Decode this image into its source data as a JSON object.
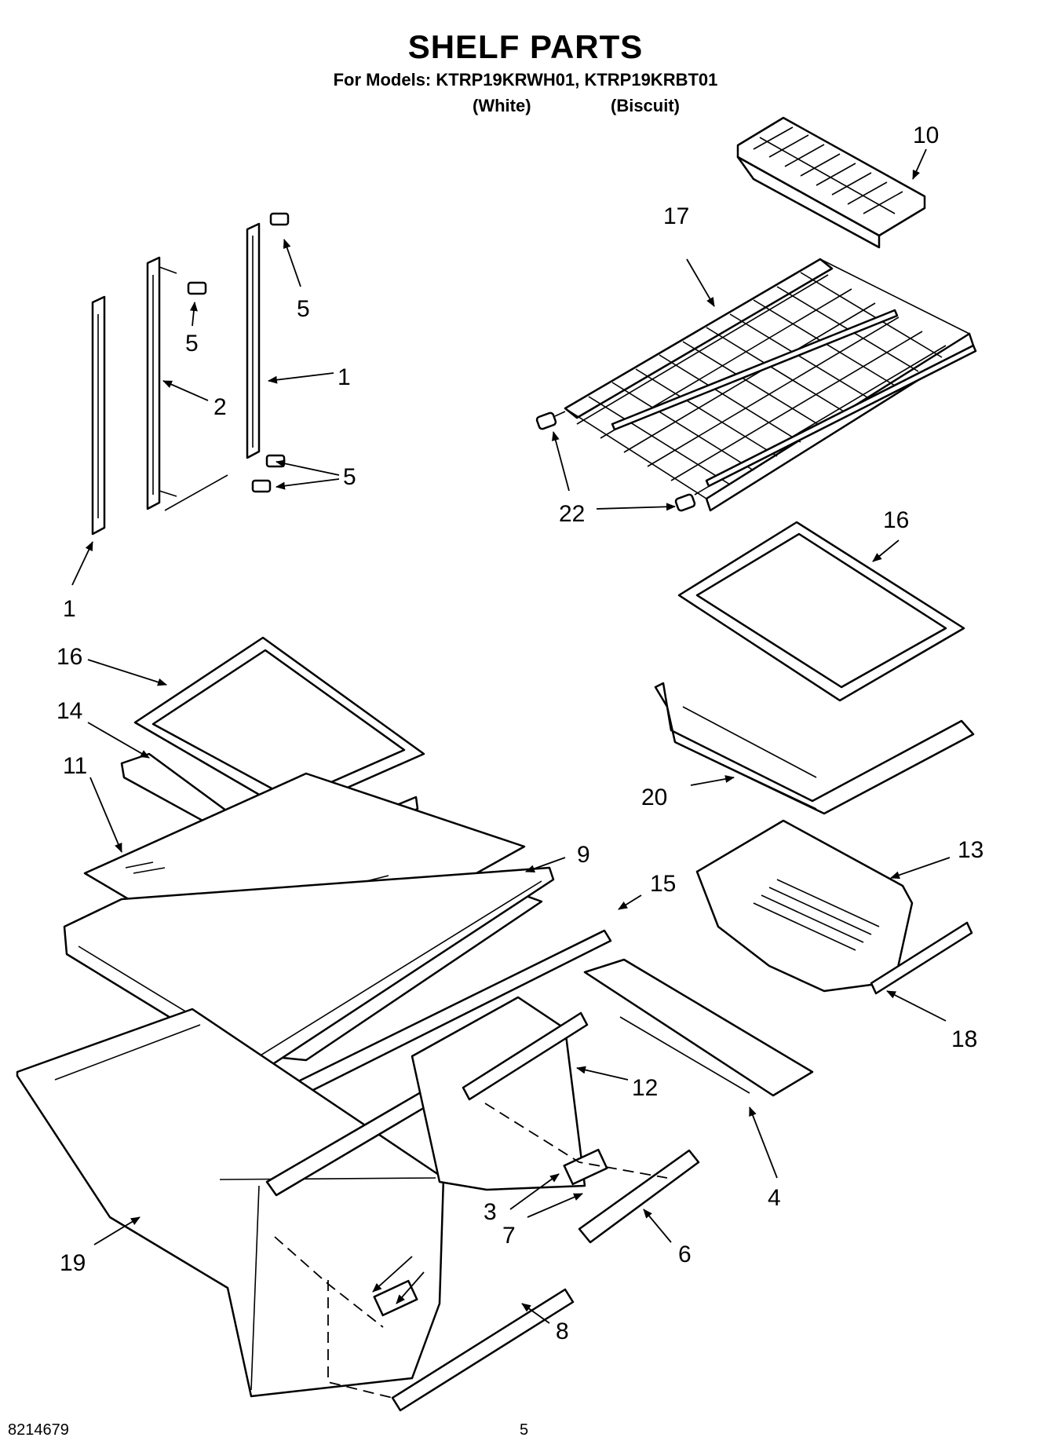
{
  "header": {
    "title": "SHELF PARTS",
    "models_line": "For Models: KTRP19KRWH01, KTRP19KRBT01",
    "variant_white": "(White)",
    "variant_biscuit": "(Biscuit)"
  },
  "footer": {
    "doc_number": "8214679",
    "page_number": "5"
  },
  "callouts": [
    {
      "id": "c10",
      "label": "10"
    },
    {
      "id": "c17",
      "label": "17"
    },
    {
      "id": "c5a",
      "label": "5"
    },
    {
      "id": "c5b",
      "label": "5"
    },
    {
      "id": "c1a",
      "label": "1"
    },
    {
      "id": "c2",
      "label": "2"
    },
    {
      "id": "c5c",
      "label": "5"
    },
    {
      "id": "c22",
      "label": "22"
    },
    {
      "id": "c1b",
      "label": "1"
    },
    {
      "id": "c16a",
      "label": "16"
    },
    {
      "id": "c16b",
      "label": "16"
    },
    {
      "id": "c14",
      "label": "14"
    },
    {
      "id": "c11",
      "label": "11"
    },
    {
      "id": "c20",
      "label": "20"
    },
    {
      "id": "c9",
      "label": "9"
    },
    {
      "id": "c13",
      "label": "13"
    },
    {
      "id": "c15",
      "label": "15"
    },
    {
      "id": "c12",
      "label": "12"
    },
    {
      "id": "c18",
      "label": "18"
    },
    {
      "id": "c4",
      "label": "4"
    },
    {
      "id": "c3",
      "label": "3"
    },
    {
      "id": "c7",
      "label": "7"
    },
    {
      "id": "c6",
      "label": "6"
    },
    {
      "id": "c19",
      "label": "19"
    },
    {
      "id": "c8",
      "label": "8"
    }
  ]
}
